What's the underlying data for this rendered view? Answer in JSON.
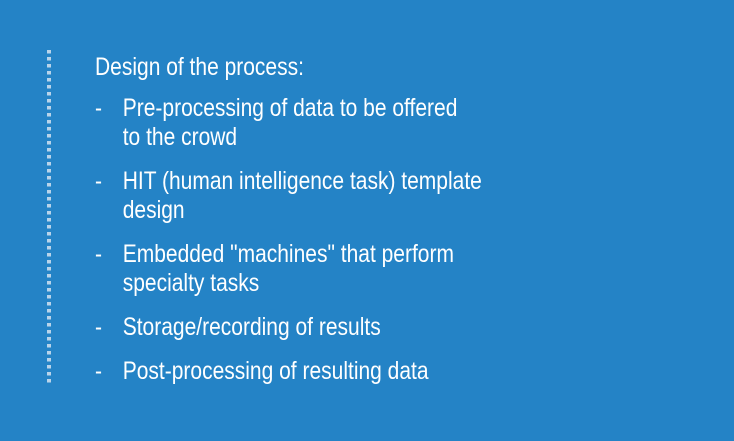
{
  "heading": "Design of the process:",
  "bullet": "-",
  "items": [
    {
      "line1": "Pre-processing of data to be offered",
      "line2": "to the crowd"
    },
    {
      "line1": "HIT (human intelligence task) template",
      "line2": "design"
    },
    {
      "line1": "Embedded \"machines\" that perform",
      "line2": "specialty tasks"
    },
    {
      "line1": "Storage/recording of results"
    },
    {
      "line1": "Post-processing of resulting data"
    }
  ]
}
